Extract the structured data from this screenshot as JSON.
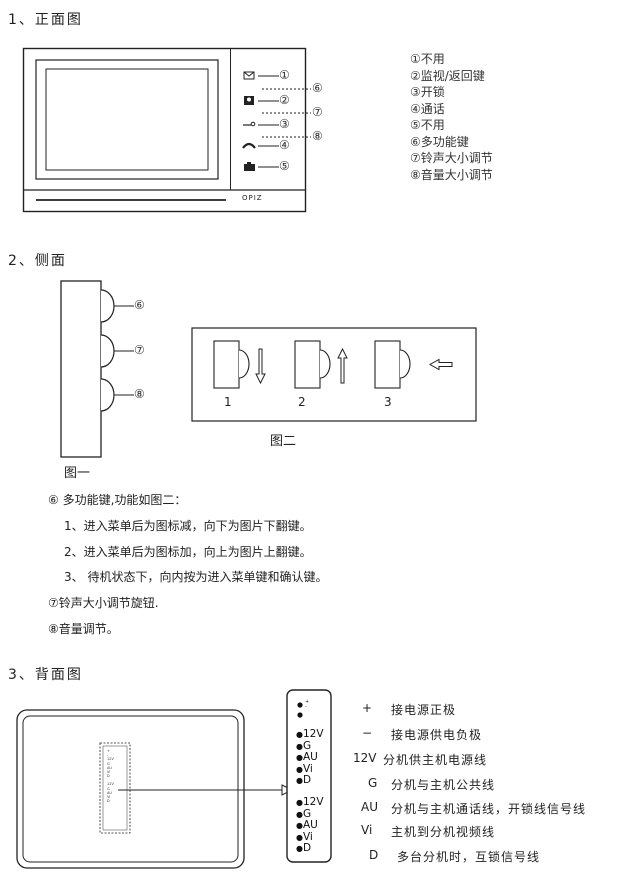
{
  "sections": {
    "front_title": "1、正面图",
    "side_title": "2、侧面",
    "back_title": "3、背面图"
  },
  "front": {
    "brand": "OPIZ",
    "callouts": [
      "①",
      "②",
      "③",
      "④",
      "⑤",
      "⑥",
      "⑦",
      "⑧"
    ],
    "legend": [
      "①不用",
      "②监视/返回键",
      "③开锁",
      "④通话",
      "⑤不用",
      "⑥多功能键",
      "⑦铃声大小调节",
      "⑧音量大小调节"
    ]
  },
  "side": {
    "callouts": [
      "⑥",
      "⑦",
      "⑧"
    ],
    "figure1_caption": "图一",
    "figure2_caption": "图二",
    "figure2_labels": [
      "1",
      "2",
      "3"
    ],
    "notes": [
      "⑥ 多功能键,功能如图二：",
      "1、进入菜单后为图标减，向下为图片下翻键。",
      "2、进入菜单后为图标加，向上为图片上翻键。",
      "3、 待机状态下，向内按为进入菜单键和确认键。",
      "⑦铃声大小调节旋钮.",
      "⑧音量调节。"
    ]
  },
  "back": {
    "small_pins_top": [
      "+",
      "-"
    ],
    "connector_top": [
      "12V",
      "G",
      "AU",
      "Vi",
      "D"
    ],
    "connector_bottom": [
      "12V",
      "G",
      "AU",
      "Vi",
      "D"
    ],
    "mini_labels": [
      "+",
      "-",
      "12V",
      "G",
      "AU",
      "Vi",
      "D",
      "12V",
      "G",
      "AU",
      "Vi",
      "D"
    ],
    "legend": [
      {
        "key": "+",
        "desc": "接电源正极"
      },
      {
        "key": "−",
        "desc": "接电源供电负极"
      },
      {
        "key": "12V",
        "desc": "分机供主机电源线"
      },
      {
        "key": "G",
        "desc": "分机与主机公共线"
      },
      {
        "key": "AU",
        "desc": "分机与主机通话线，开锁线信号线"
      },
      {
        "key": "Vi",
        "desc": "主机到分机视频线"
      },
      {
        "key": "D",
        "desc": "多台分机时，互锁信号线"
      }
    ]
  }
}
